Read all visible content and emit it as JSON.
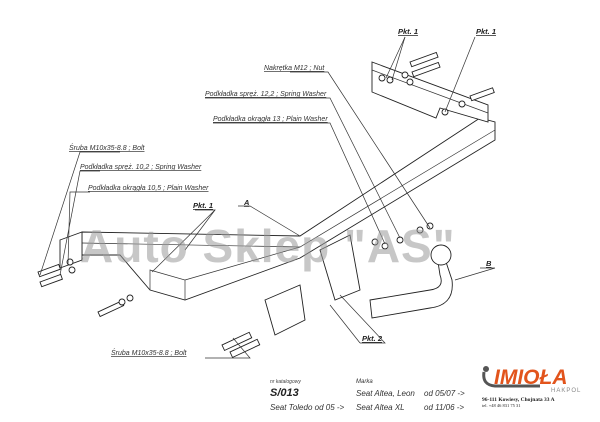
{
  "labels": {
    "pkt": "Pkt. 1",
    "pkt2": "Pkt. 2",
    "nut": "Nakrętka M12 ; Nut",
    "spring_washer_12": "Podkładka spręż. 12,2 ; Spring Washer",
    "plain_washer_13": "Podkładka okrągła 13 ; Plain Washer",
    "bolt_top": "Śruba M10x35-8.8 ; Bolt",
    "spring_washer_10": "Podkładka spręż. 10,2 ; Spring Washer",
    "plain_washer_10": "Podkładka okrągła 10,5 ; Plain Washer",
    "bolt_bottom": "Śruba M10x35-8.8 ; Bolt",
    "part_a": "A",
    "part_b": "B"
  },
  "watermark": "Auto Sklep \"AS\"",
  "info": {
    "catalog_label": "nr katalogowy",
    "catalog_no": "S/013",
    "brand_label": "Marka",
    "row1_model": "Seat Altea, Leon",
    "row1_date": "od 05/07 ->",
    "row2_prefix": "Seat Toledo od 05 ->",
    "row2_model": "Seat Altea XL",
    "row2_date": "od 11/06 ->"
  },
  "logo": {
    "name": "IMIOŁA",
    "sub": "HAKPOL",
    "address": "96-111 Kowiesy, Chojnata 33 A",
    "phone": "tel. +48 46 831 75 31",
    "accent": "#e2541c"
  }
}
